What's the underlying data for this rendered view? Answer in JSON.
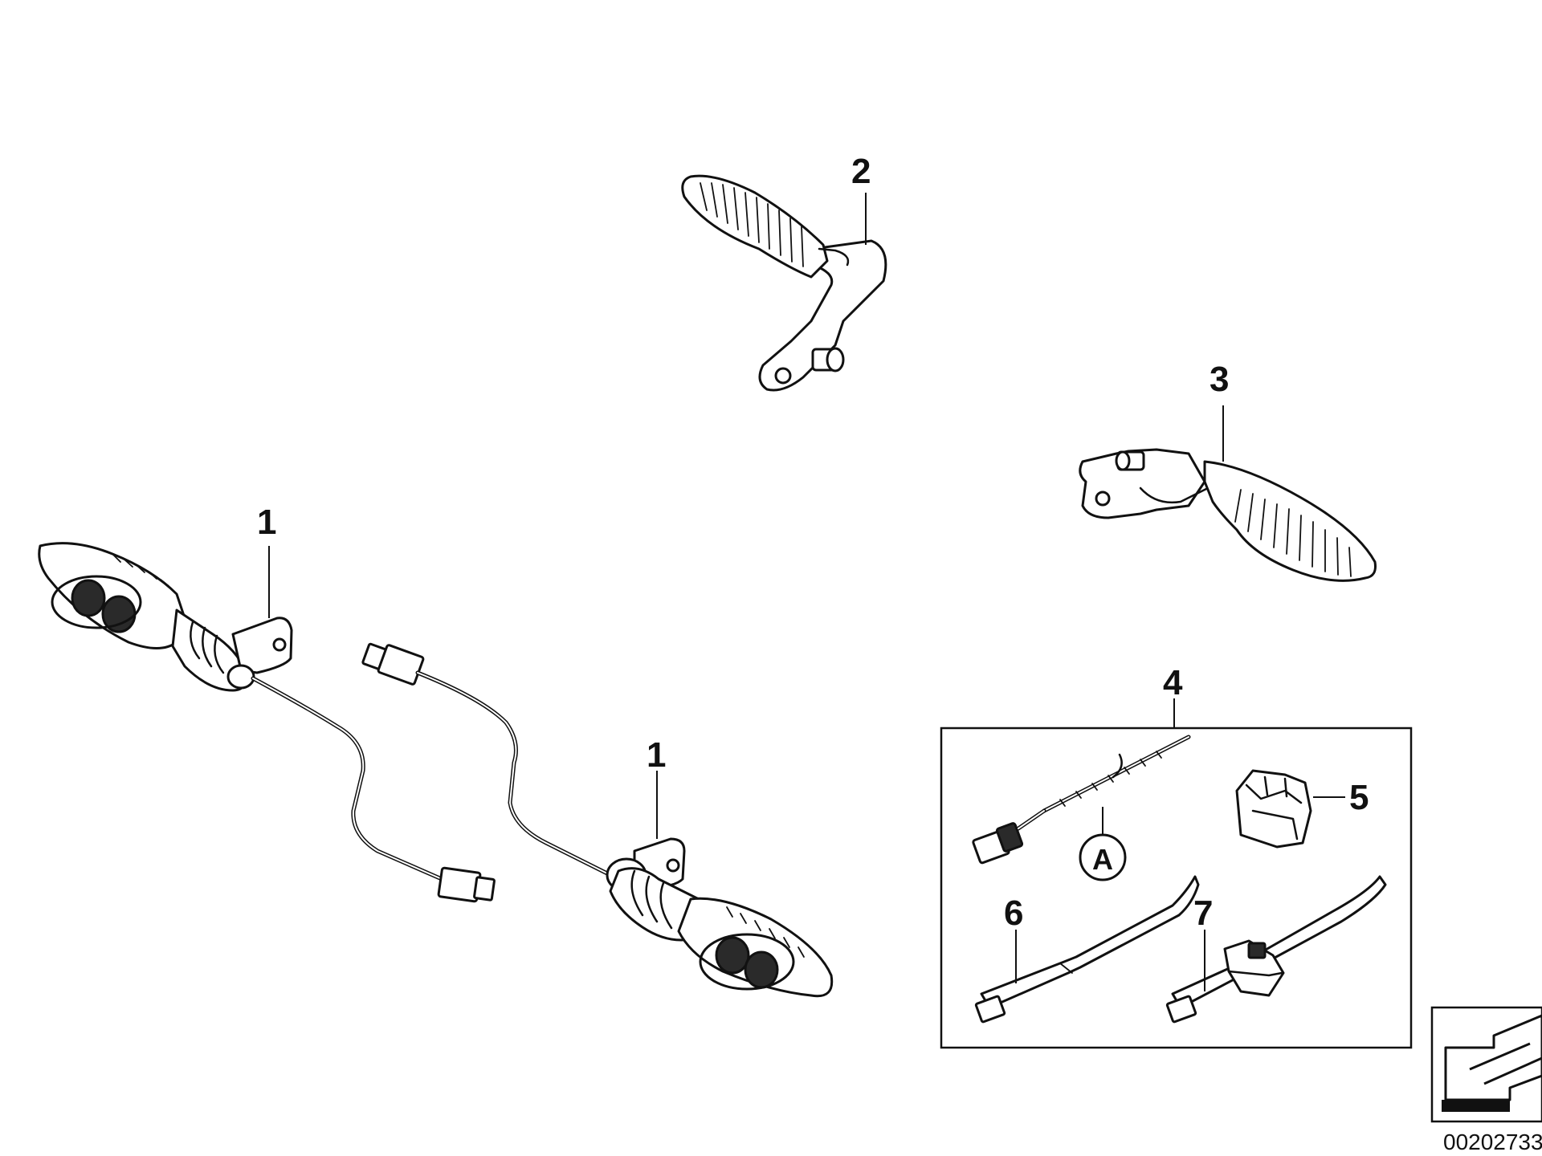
{
  "callouts": {
    "turn_signal_left": "1",
    "turn_signal_right": "1",
    "footrest_2": "2",
    "footrest_3": "3",
    "wiring_kit": "4",
    "clip": "5",
    "cable_tie": "6",
    "cable_tie_clip": "7",
    "detail_a": "A"
  },
  "reference_number": "00202733",
  "icons": [
    "turn-signal-icon",
    "footrest-icon",
    "wiring-harness-icon",
    "clip-icon",
    "cable-tie-icon",
    "orientation-arrow-icon"
  ]
}
